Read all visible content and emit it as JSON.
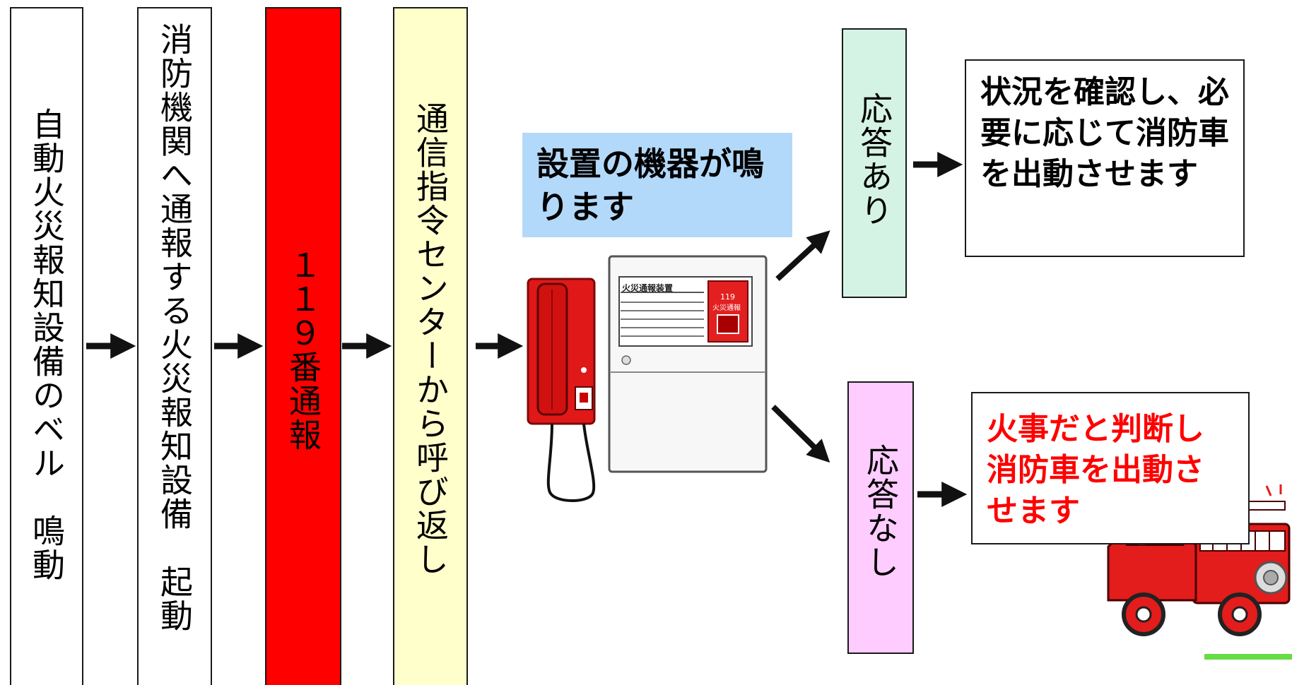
{
  "flow": {
    "step1": "自動火災報知設備のベル　鳴動",
    "step2": "消防機関へ通報する火災報知設備　起動",
    "step3": "１１９番通報",
    "step4": "通信指令センターから呼び返し"
  },
  "device": {
    "caption": "設置の機器が鳴ります",
    "panel_label": "火災通報装置",
    "panel_badge_num": "119",
    "panel_badge_text": "火災通報"
  },
  "branches": {
    "answer_yes_label": "応答あり",
    "answer_yes_result": "状況を確認し、必要に応じて消防車を出動させます",
    "answer_no_label": "応答なし",
    "answer_no_result": "火事だと判断し消防車を出動させます"
  },
  "colors": {
    "red_box": "#ff0000",
    "yellow_box": "#ffffcc",
    "blue_caption": "#b3d9fa",
    "green_box": "#d5f3e5",
    "pink_box": "#ffccff",
    "result_red_text": "#ff0000",
    "accent_green": "#66dd44"
  }
}
